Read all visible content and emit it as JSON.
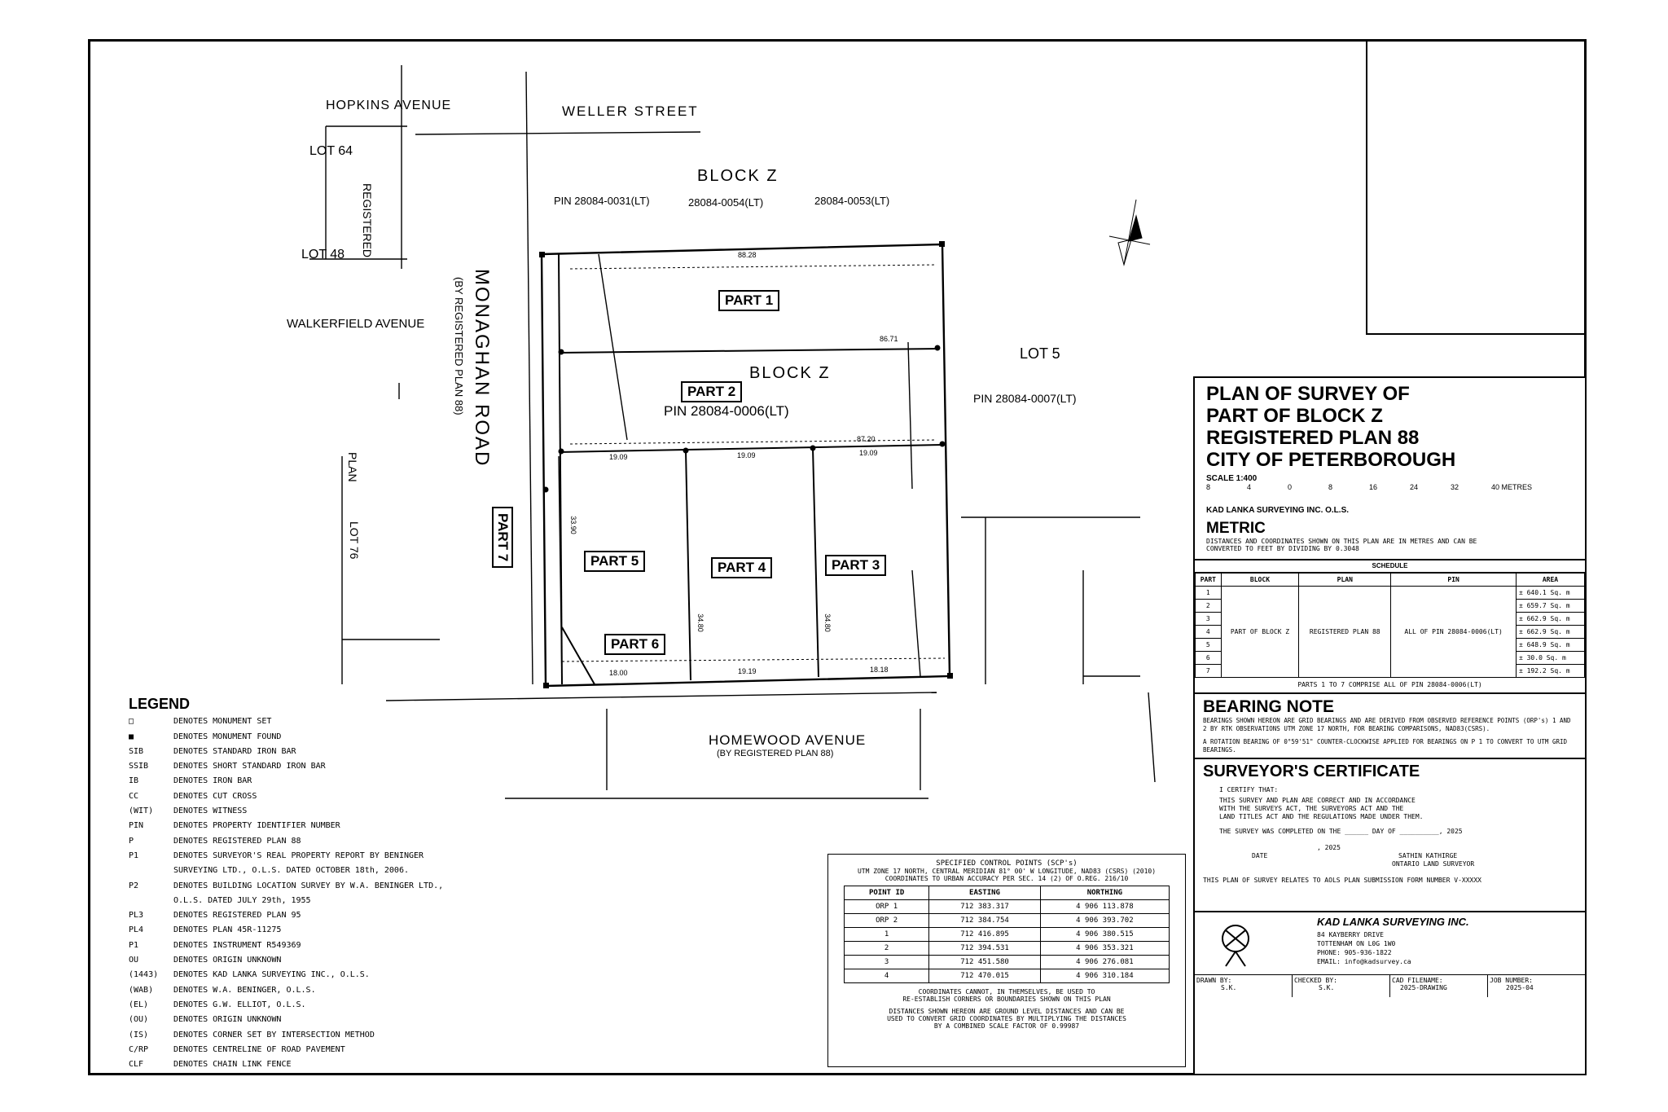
{
  "streets": {
    "hopkins": "HOPKINS AVENUE",
    "weller": "WELLER STREET",
    "monaghan": "MONAGHAN ROAD",
    "monaghan_sub": "(BY REGISTERED PLAN 88)",
    "walkerfield": "WALKERFIELD AVENUE",
    "homewood": "HOMEWOOD AVENUE",
    "homewood_sub": "(BY REGISTERED PLAN 88)"
  },
  "lots": {
    "lot64": "LOT 64",
    "lot48": "LOT 48",
    "lot5": "LOT 5",
    "lot76": "LOT 76",
    "plan": "PLAN",
    "registered": "REGISTERED"
  },
  "blocks": {
    "block_z_top": "BLOCK Z",
    "block_z_mid": "BLOCK Z",
    "pin_mid": "PIN 28084-0006(LT)",
    "pin_top_left": "PIN 28084-0031(LT)",
    "pin_top_center": "28084-0054(LT)",
    "pin_top_right": "28084-0053(LT)",
    "pin_right": "PIN 28084-0007(LT)"
  },
  "parts": [
    "PART 1",
    "PART 2",
    "PART 3",
    "PART 4",
    "PART 5",
    "PART 6",
    "PART 7"
  ],
  "dimensions": {
    "d1": "88.28",
    "d2": "86.71",
    "d3": "87.20",
    "d4": "19.09",
    "d5": "19.09",
    "d6": "19.09",
    "d7": "18.00",
    "d8": "19.19",
    "d9": "18.18",
    "d10": "34.80",
    "d11": "34.80",
    "d12": "33.90"
  },
  "legend": {
    "title": "LEGEND",
    "items": [
      {
        "sym": "□",
        "text": "DENOTES MONUMENT SET"
      },
      {
        "sym": "■",
        "text": "DENOTES MONUMENT FOUND"
      },
      {
        "sym": "SIB",
        "text": "DENOTES STANDARD IRON BAR"
      },
      {
        "sym": "SSIB",
        "text": "DENOTES SHORT STANDARD IRON BAR"
      },
      {
        "sym": "IB",
        "text": "DENOTES IRON BAR"
      },
      {
        "sym": "CC",
        "text": "DENOTES CUT CROSS"
      },
      {
        "sym": "(WIT)",
        "text": "DENOTES WITNESS"
      },
      {
        "sym": "PIN",
        "text": "DENOTES PROPERTY IDENTIFIER NUMBER"
      },
      {
        "sym": "P",
        "text": "DENOTES REGISTERED PLAN 88"
      },
      {
        "sym": "P1",
        "text": "DENOTES SURVEYOR'S REAL PROPERTY REPORT BY BENINGER"
      },
      {
        "sym": "",
        "text": "SURVEYING LTD., O.L.S. DATED OCTOBER 18th, 2006."
      },
      {
        "sym": "P2",
        "text": "DENOTES BUILDING LOCATION SURVEY BY W.A. BENINGER LTD.,"
      },
      {
        "sym": "",
        "text": "O.L.S. DATED JULY 29th, 1955"
      },
      {
        "sym": "PL3",
        "text": "DENOTES REGISTERED PLAN 95"
      },
      {
        "sym": "PL4",
        "text": "DENOTES PLAN 45R-11275"
      },
      {
        "sym": "P1",
        "text": "DENOTES INSTRUMENT R549369"
      },
      {
        "sym": "OU",
        "text": "DENOTES ORIGIN UNKNOWN"
      },
      {
        "sym": "(1443)",
        "text": "DENOTES KAD LANKA SURVEYING INC., O.L.S."
      },
      {
        "sym": "(WAB)",
        "text": "DENOTES W.A. BENINGER, O.L.S."
      },
      {
        "sym": "(EL)",
        "text": "DENOTES G.W. ELLIOT, O.L.S."
      },
      {
        "sym": "(OU)",
        "text": "DENOTES ORIGIN UNKNOWN"
      },
      {
        "sym": "(IS)",
        "text": "DENOTES CORNER SET BY INTERSECTION METHOD"
      },
      {
        "sym": "C/RP",
        "text": "DENOTES CENTRELINE OF ROAD PAVEMENT"
      },
      {
        "sym": "CLF",
        "text": "DENOTES CHAIN LINK FENCE"
      }
    ]
  },
  "control": {
    "title": "SPECIFIED CONTROL POINTS (SCP's)",
    "note1": "UTM ZONE 17 NORTH, CENTRAL MERIDIAN 81° 00' W LONGITUDE, NAD83 (CSRS) (2010)",
    "note2": "COORDINATES TO URBAN ACCURACY PER SEC. 14 (2) OF O.REG. 216/10",
    "headers": [
      "POINT ID",
      "EASTING",
      "NORTHING"
    ],
    "rows": [
      [
        "ORP 1",
        "712 383.317",
        "4 906 113.878"
      ],
      [
        "ORP 2",
        "712 384.754",
        "4 906 393.702"
      ],
      [
        "1",
        "712 416.895",
        "4 906 380.515"
      ],
      [
        "2",
        "712 394.531",
        "4 906 353.321"
      ],
      [
        "3",
        "712 451.580",
        "4 906 276.081"
      ],
      [
        "4",
        "712 470.015",
        "4 906 310.184"
      ]
    ],
    "foot1": "COORDINATES CANNOT, IN THEMSELVES, BE USED TO",
    "foot2": "RE-ESTABLISH CORNERS OR BOUNDARIES SHOWN ON THIS PLAN",
    "dist1": "DISTANCES SHOWN HEREON ARE GROUND LEVEL DISTANCES AND CAN BE",
    "dist2": "USED TO CONVERT GRID COORDINATES BY MULTIPLYING THE DISTANCES",
    "dist3": "BY A COMBINED SCALE FACTOR OF 0.99987"
  },
  "title_block": {
    "line1": "PLAN OF SURVEY OF",
    "line2": "PART OF BLOCK Z",
    "line3": "REGISTERED PLAN 88",
    "line4": "CITY OF PETERBOROUGH",
    "scale": "SCALE 1:400",
    "scale_ticks": [
      "8",
      "4",
      "0",
      "8",
      "16",
      "24",
      "32",
      "40 METRES"
    ],
    "firm": "KAD LANKA SURVEYING INC. O.L.S.",
    "metric": "METRIC",
    "metric_note1": "DISTANCES AND COORDINATES SHOWN ON THIS PLAN ARE IN METRES AND CAN BE",
    "metric_note2": "CONVERTED TO FEET BY DIVIDING BY 0.3048"
  },
  "schedule": {
    "title": "SCHEDULE",
    "headers": [
      "PART",
      "BLOCK",
      "PLAN",
      "PIN",
      "AREA"
    ],
    "block": "PART OF BLOCK Z",
    "plan": "REGISTERED PLAN 88",
    "pin": "ALL OF PIN 28084-0006(LT)",
    "rows": [
      [
        "1",
        "± 640.1 Sq. m"
      ],
      [
        "2",
        "± 659.7 Sq. m"
      ],
      [
        "3",
        "± 662.9 Sq. m"
      ],
      [
        "4",
        "± 662.9 Sq. m"
      ],
      [
        "5",
        "± 648.9 Sq. m"
      ],
      [
        "6",
        "± 30.0 Sq. m"
      ],
      [
        "7",
        "± 192.2 Sq. m"
      ]
    ],
    "note": "PARTS 1 TO 7 COMPRISE ALL OF PIN 28084-0006(LT)"
  },
  "bearing": {
    "title": "BEARING NOTE",
    "p1": "BEARINGS SHOWN HEREON ARE GRID BEARINGS AND ARE DERIVED FROM OBSERVED REFERENCE POINTS (ORP's) 1 AND 2 BY RTK OBSERVATIONS UTM ZONE 17 NORTH, FOR BEARING COMPARISONS, NAD83(CSRS).",
    "p2": "A ROTATION BEARING OF 0°59'51\" COUNTER-CLOCKWISE APPLIED FOR BEARINGS ON P 1 TO CONVERT TO UTM GRID BEARINGS."
  },
  "certificate": {
    "title": "SURVEYOR'S CERTIFICATE",
    "certify": "I CERTIFY THAT:",
    "c1a": "THIS SURVEY AND PLAN ARE CORRECT AND IN ACCORDANCE",
    "c1b": "WITH THE SURVEYS ACT, THE SURVEYORS ACT AND THE",
    "c1c": "LAND TITLES ACT AND THE REGULATIONS MADE UNDER THEM.",
    "c2": "THE SURVEY WAS COMPLETED ON THE ______ DAY OF __________, 2025",
    "date": "DATE",
    "year": ", 2025",
    "name": "SATHIN KATHIRGE",
    "role": "ONTARIO LAND SURVEYOR",
    "submission": "THIS PLAN OF SURVEY RELATES TO AOLS PLAN SUBMISSION FORM NUMBER V-XXXXX"
  },
  "company": {
    "name": "KAD LANKA SURVEYING INC.",
    "addr1": "84 KAYBERRY DRIVE",
    "addr2": "TOTTENHAM ON L0G 1W0",
    "phone": "PHONE: 905-936-1822",
    "email": "EMAIL: info@kadsurvey.ca",
    "drawn_label": "DRAWN BY:",
    "drawn": "S.K.",
    "checked_label": "CHECKED BY:",
    "checked": "S.K.",
    "cad_label": "CAD FILENAME:",
    "cad": "2025-DRAWING",
    "job_label": "JOB NUMBER:",
    "job": "2025-04"
  }
}
